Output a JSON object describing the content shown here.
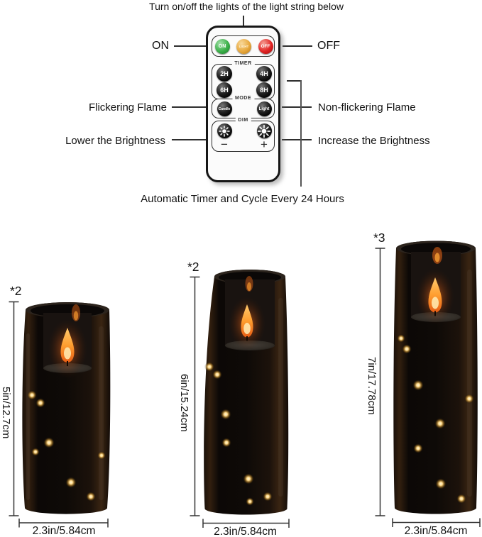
{
  "illustration": {
    "title": "Turn on/off the lights of the light string below",
    "bottom_note": "Automatic Timer and Cycle Every 24 Hours",
    "callouts": {
      "on": "ON",
      "off": "OFF",
      "flickering_flame": "Flickering Flame",
      "non_flickering_flame": "Non-flickering Flame",
      "lower_brightness": "Lower the Brightness",
      "increase_brightness": "Increase the Brightness"
    }
  },
  "remote": {
    "power_buttons": [
      {
        "label": "ON",
        "color": "#3cb14a"
      },
      {
        "label": "LIGHT",
        "color": "#e8a93e"
      },
      {
        "label": "OFF",
        "color": "#e22424"
      }
    ],
    "timer_group": {
      "label": "TIMER",
      "buttons": [
        "2H",
        "4H",
        "6H",
        "8H"
      ]
    },
    "mode_group": {
      "label": "MODE",
      "buttons": [
        "Candle",
        "Light"
      ]
    },
    "dim_group": {
      "label": "DIM",
      "icons": [
        "dim-sun-icon",
        "bright-sun-icon"
      ],
      "minus": "−",
      "plus": "+"
    }
  },
  "candles": [
    {
      "quantity": "*2",
      "height": "5in/12.7cm",
      "diameter": "2.3in/5.84cm"
    },
    {
      "quantity": "*2",
      "height": "6in/15.24cm",
      "diameter": "2.3in/5.84cm"
    },
    {
      "quantity": "*3",
      "height": "7in/17.78cm",
      "diameter": "2.3in/5.84cm"
    }
  ],
  "colors": {
    "background": "#ffffff",
    "text": "#111111",
    "callout_lines": "#2e2e2e",
    "flame": "#ff9e30",
    "led_lights": "#ffda8a",
    "candle_body": "#0d0a07"
  }
}
